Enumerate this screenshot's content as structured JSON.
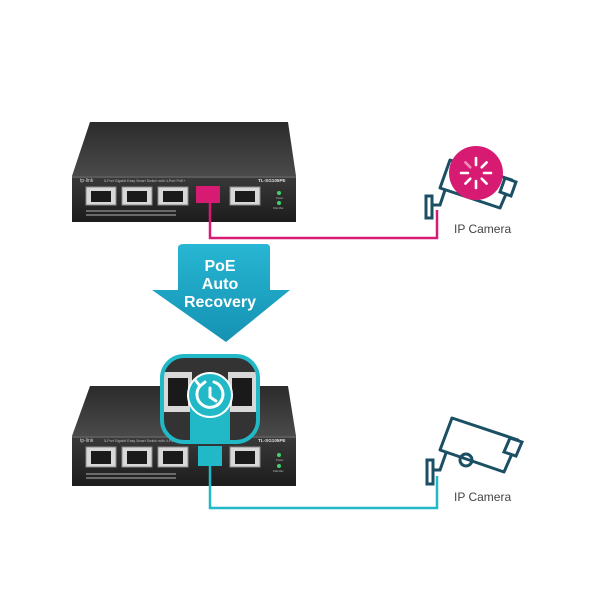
{
  "top_switch": {
    "brand": "tp-link",
    "description": "5-Port Gigabit Easy Smart Switch with 4-Port PoE+",
    "model": "TL-SG105PE",
    "led_labels": [
      "Power",
      "PoE Max"
    ]
  },
  "bottom_switch": {
    "brand": "tp-link",
    "description": "5-Port Gigabit Easy Smart Switch with 4-Port PoE+",
    "model": "TL-SG105PE",
    "led_labels": [
      "Power",
      "PoE Max"
    ]
  },
  "arrow": {
    "line1": "PoE",
    "line2": "Auto",
    "line3": "Recovery"
  },
  "top_camera": {
    "label": "IP Camera"
  },
  "bottom_camera": {
    "label": "IP Camera"
  },
  "colors": {
    "fault": "#d81b72",
    "ok": "#21b8c7",
    "arrow": "#1aa7c4",
    "camera_outline": "#1b4f63"
  },
  "icons": [
    "ip-camera-icon",
    "restart-icon",
    "loading-spinner-icon"
  ]
}
